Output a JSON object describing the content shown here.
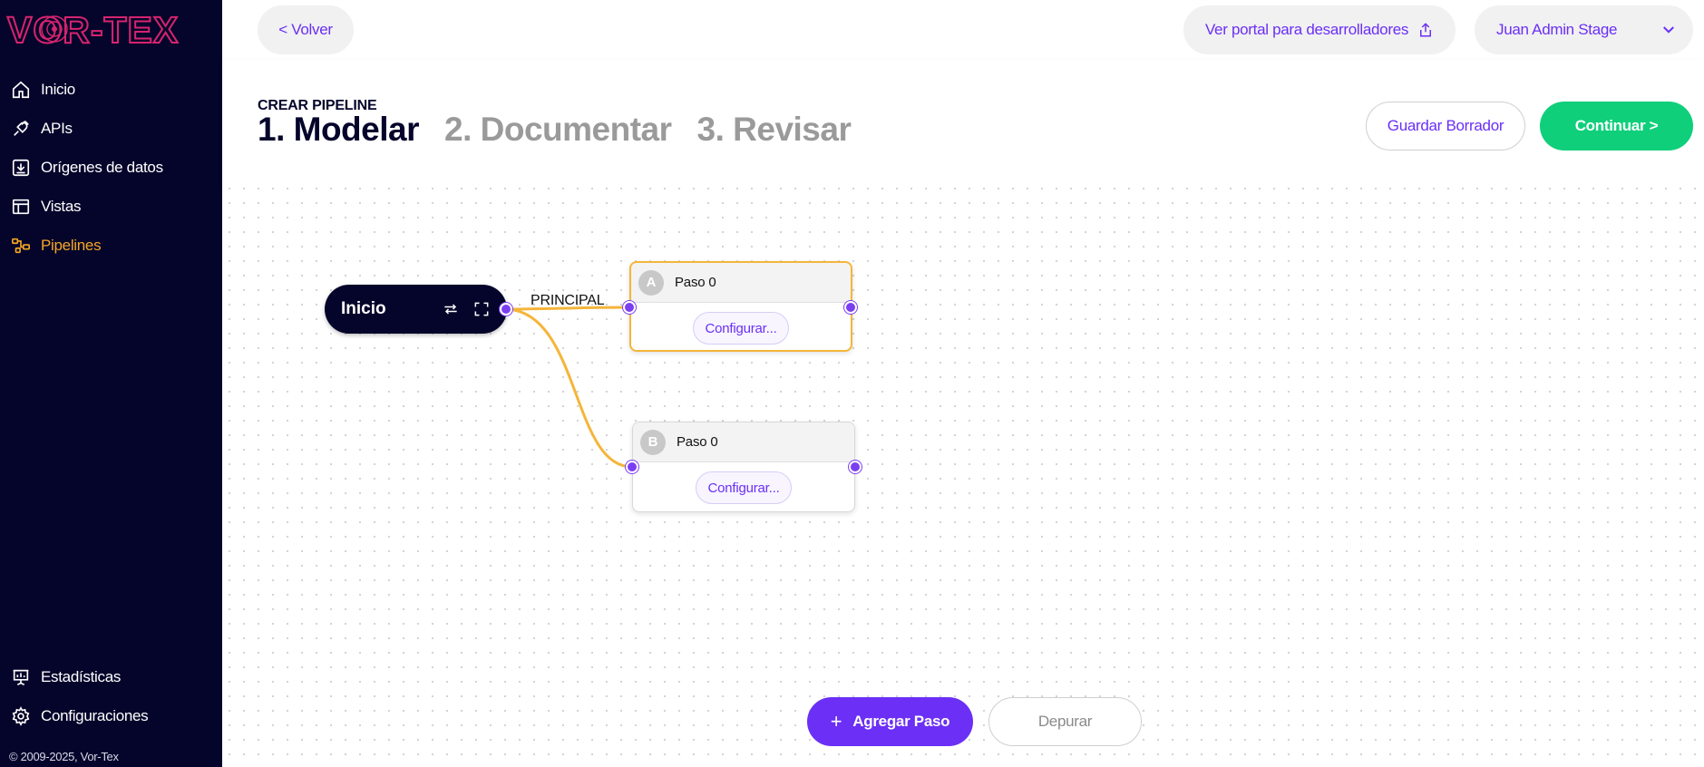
{
  "app": {
    "brand": "VOR-TEX",
    "copyright": "© 2009-2025, Vor-Tex"
  },
  "colors": {
    "sidebar_bg": "#05052b",
    "accent_purple": "#6b2ff5",
    "accent_orange": "#f5a623",
    "success_green": "#0fcf7b"
  },
  "sidebar": {
    "items": [
      {
        "label": "Inicio",
        "icon": "home-icon"
      },
      {
        "label": "APIs",
        "icon": "api-icon"
      },
      {
        "label": "Orígenes de datos",
        "icon": "download-icon"
      },
      {
        "label": "Vistas",
        "icon": "table-icon"
      },
      {
        "label": "Pipelines",
        "icon": "pipeline-icon",
        "active": true
      }
    ],
    "bottom_items": [
      {
        "label": "Estadísticas",
        "icon": "stats-icon"
      },
      {
        "label": "Configuraciones",
        "icon": "gear-icon"
      }
    ]
  },
  "topbar": {
    "back_label": "< Volver",
    "portal_label": "Ver portal para desarrolladores",
    "user_name": "Juan Admin Stage"
  },
  "header": {
    "eyebrow": "CREAR PIPELINE",
    "steps": [
      {
        "label": "1. Modelar",
        "active": true
      },
      {
        "label": "2. Documentar",
        "active": false
      },
      {
        "label": "3. Revisar",
        "active": false
      }
    ],
    "save_draft_label": "Guardar Borrador",
    "continue_label": "Continuar >"
  },
  "canvas": {
    "start_node_label": "Inicio",
    "edge_label": "PRINCIPAL",
    "nodes": [
      {
        "badge": "A",
        "title": "Paso 0",
        "configure_label": "Configurar...",
        "selected": true
      },
      {
        "badge": "B",
        "title": "Paso 0",
        "configure_label": "Configurar...",
        "selected": false
      }
    ]
  },
  "footer": {
    "add_step_label": "Agregar Paso",
    "debug_label": "Depurar"
  }
}
